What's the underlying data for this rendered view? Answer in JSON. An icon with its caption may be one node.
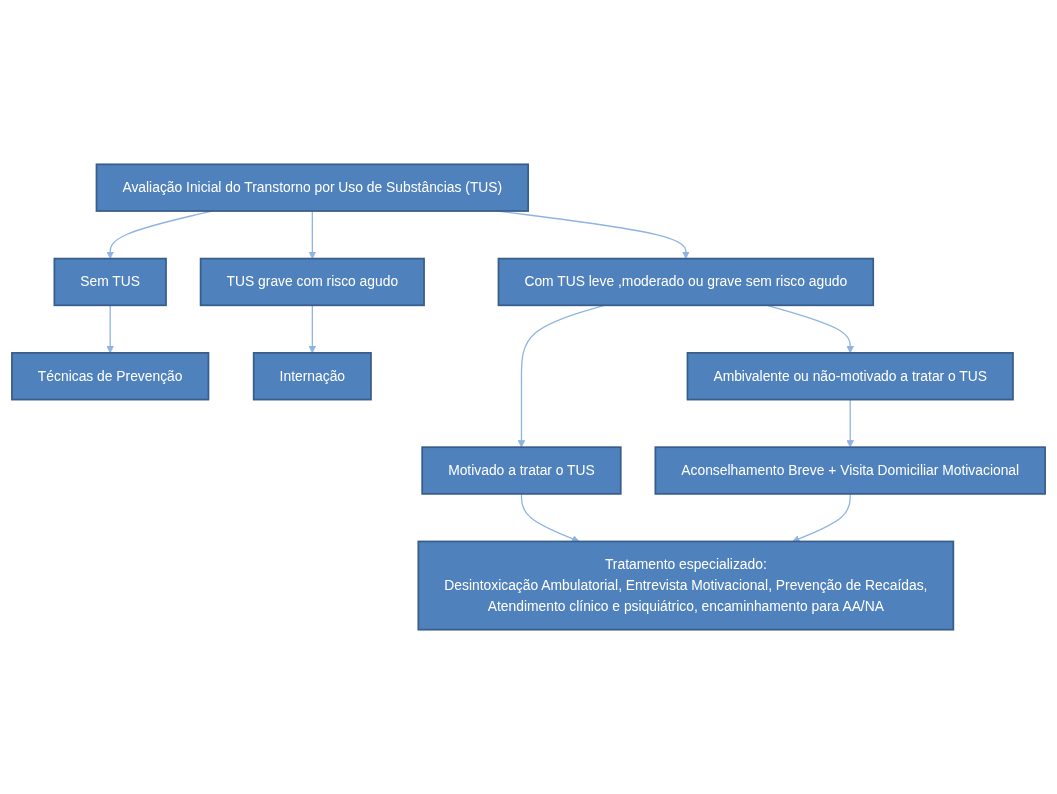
{
  "diagram": {
    "nodes": [
      {
        "text": [
          "Avaliação Inicial do Transtorno por Uso de Substâncias (TUS)"
        ]
      },
      {
        "text": [
          "Sem TUS"
        ]
      },
      {
        "text": [
          "Com TUS leve ,moderado ou grave sem risco agudo"
        ]
      },
      {
        "text": [
          "TUS grave com risco agudo"
        ]
      },
      {
        "text": [
          "Técnicas de Prevenção"
        ]
      },
      {
        "text": [
          "Internação"
        ]
      },
      {
        "text": [
          "Motivado a tratar o TUS"
        ]
      },
      {
        "text": [
          "Ambivalente ou não-motivado a tratar o TUS"
        ]
      },
      {
        "text": [
          "Aconselhamento Breve + Visita Domiciliar Motivacional"
        ]
      },
      {
        "text": [
          "Tratamento especializado:",
          "Desintoxicação Ambulatorial, Entrevista Motivacional, Prevenção de Recaídas, Atendimento clínico e psiquiátrico, encaminhamento para AA/NA"
        ]
      }
    ],
    "edges": [
      {
        "from": 0,
        "to": 1,
        "arrow": "to"
      },
      {
        "from": 0,
        "to": 2,
        "arrow": "to"
      },
      {
        "from": 0,
        "to": 3,
        "arrow": "to"
      },
      {
        "from": 1,
        "to": 4,
        "arrow": "to"
      },
      {
        "from": 3,
        "to": 5,
        "arrow": "to"
      },
      {
        "from": 2,
        "to": 6,
        "arrow": "to"
      },
      {
        "from": 2,
        "to": 7,
        "arrow": "to"
      },
      {
        "from": 7,
        "to": 8,
        "arrow": "to"
      },
      {
        "from": 6,
        "to": 9,
        "arrow": "to"
      },
      {
        "from": 8,
        "to": 9,
        "arrow": "to"
      }
    ]
  }
}
